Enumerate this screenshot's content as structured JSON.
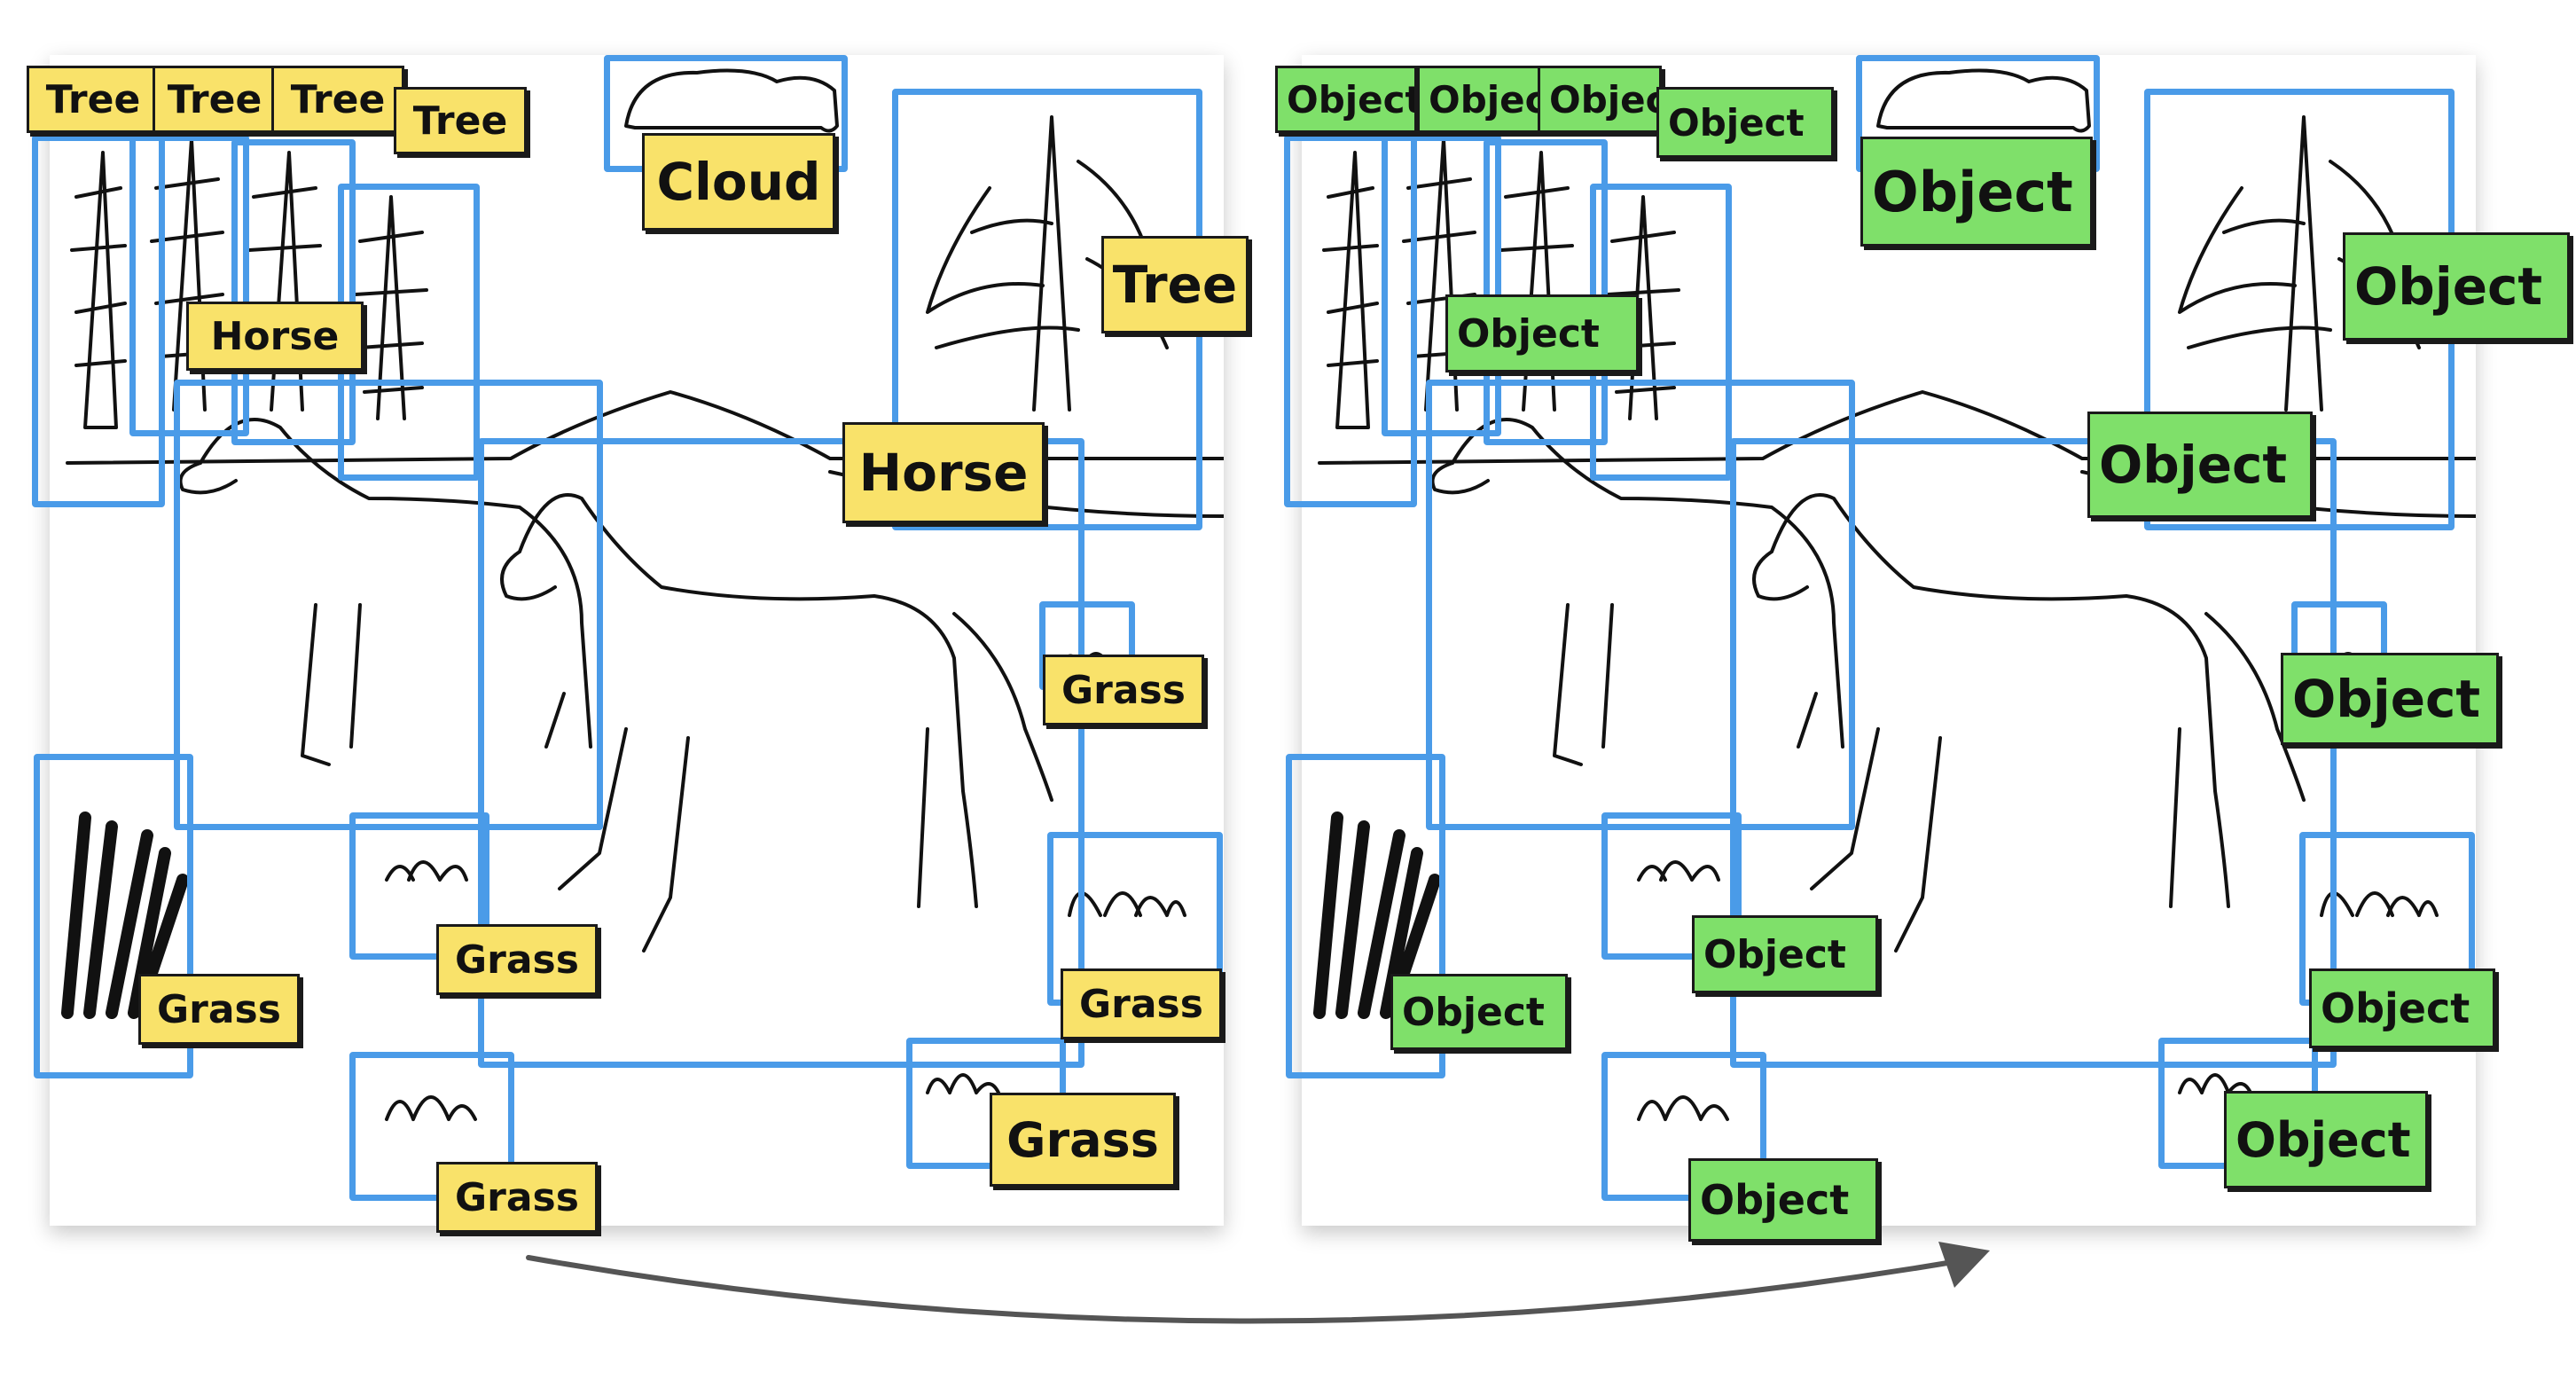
{
  "diagram": {
    "left_panel": {
      "labels": [
        "Tree",
        "Tree",
        "Tree",
        "Tree",
        "Cloud",
        "Tree",
        "Horse",
        "Horse",
        "Grass",
        "Grass",
        "Grass",
        "Grass",
        "Grass",
        "Grass"
      ]
    },
    "right_panel": {
      "labels": [
        "Object",
        "Object",
        "Object",
        "Object",
        "Object",
        "Object",
        "Object",
        "Object",
        "Object",
        "Object",
        "Object",
        "Object",
        "Object",
        "Object"
      ]
    },
    "colors": {
      "box": "#4a9be8",
      "left_label": "#f9e26a",
      "right_label": "#7fe06a"
    }
  }
}
